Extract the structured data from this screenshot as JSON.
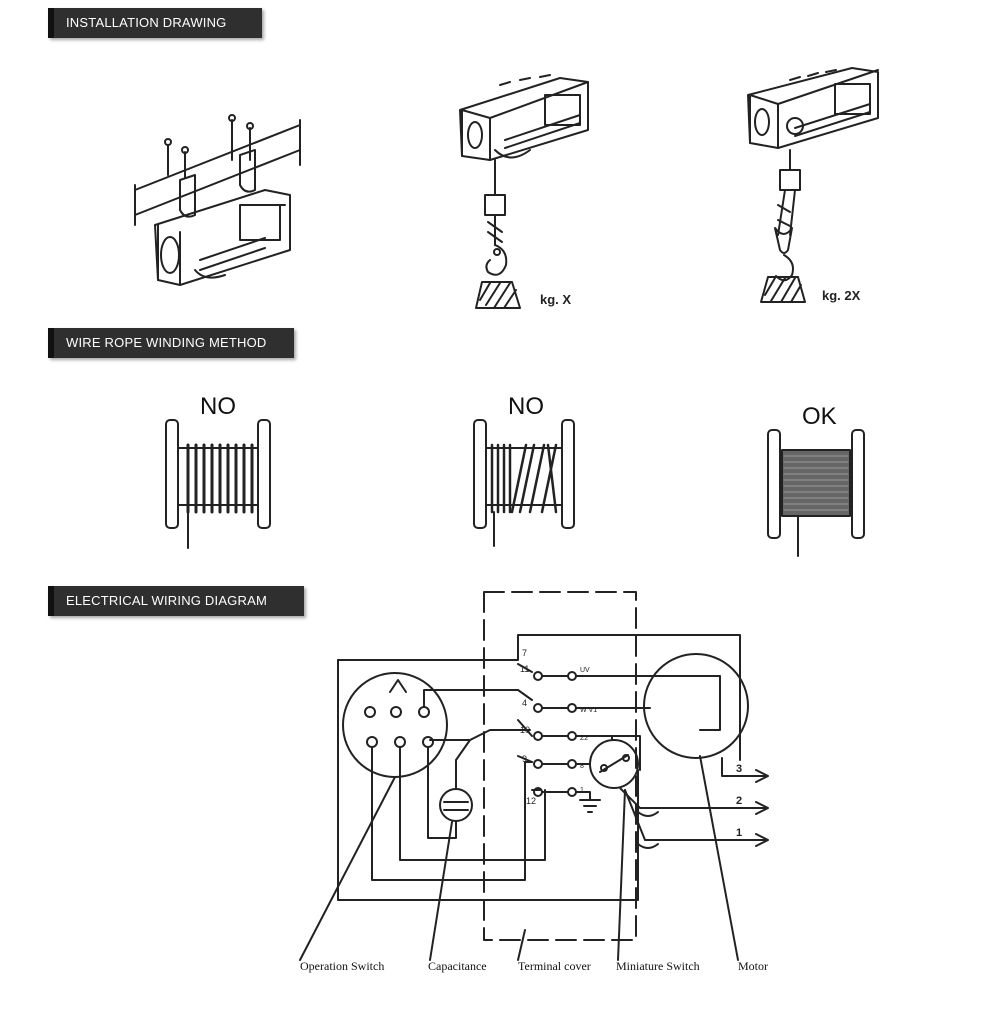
{
  "sections": {
    "installation": "INSTALLATION DRAWING",
    "winding": "WIRE ROPE WINDING METHOD",
    "wiring": "ELECTRICAL WIRING DIAGRAM"
  },
  "installation": {
    "load_single": "kg.  X",
    "load_double": "kg.  2X"
  },
  "winding": {
    "reel_a": "NO",
    "reel_b": "NO",
    "reel_c": "OK"
  },
  "wiring": {
    "terminals_left": [
      "7",
      "11",
      "4",
      "10",
      "9",
      "12"
    ],
    "terminals_right": [
      "UV",
      "W V1",
      "Z2",
      "8",
      "1"
    ],
    "lines": [
      "3",
      "2",
      "1"
    ],
    "labels": {
      "operation_switch": "Operation Switch",
      "capacitance": "Capacitance",
      "terminal_cover": "Terminal cover",
      "miniature_switch": "Miniature Switch",
      "motor": "Motor"
    }
  },
  "colors": {
    "banner_bg": "#2f2f2f",
    "banner_text": "#ffffff",
    "ink": "#222222"
  }
}
